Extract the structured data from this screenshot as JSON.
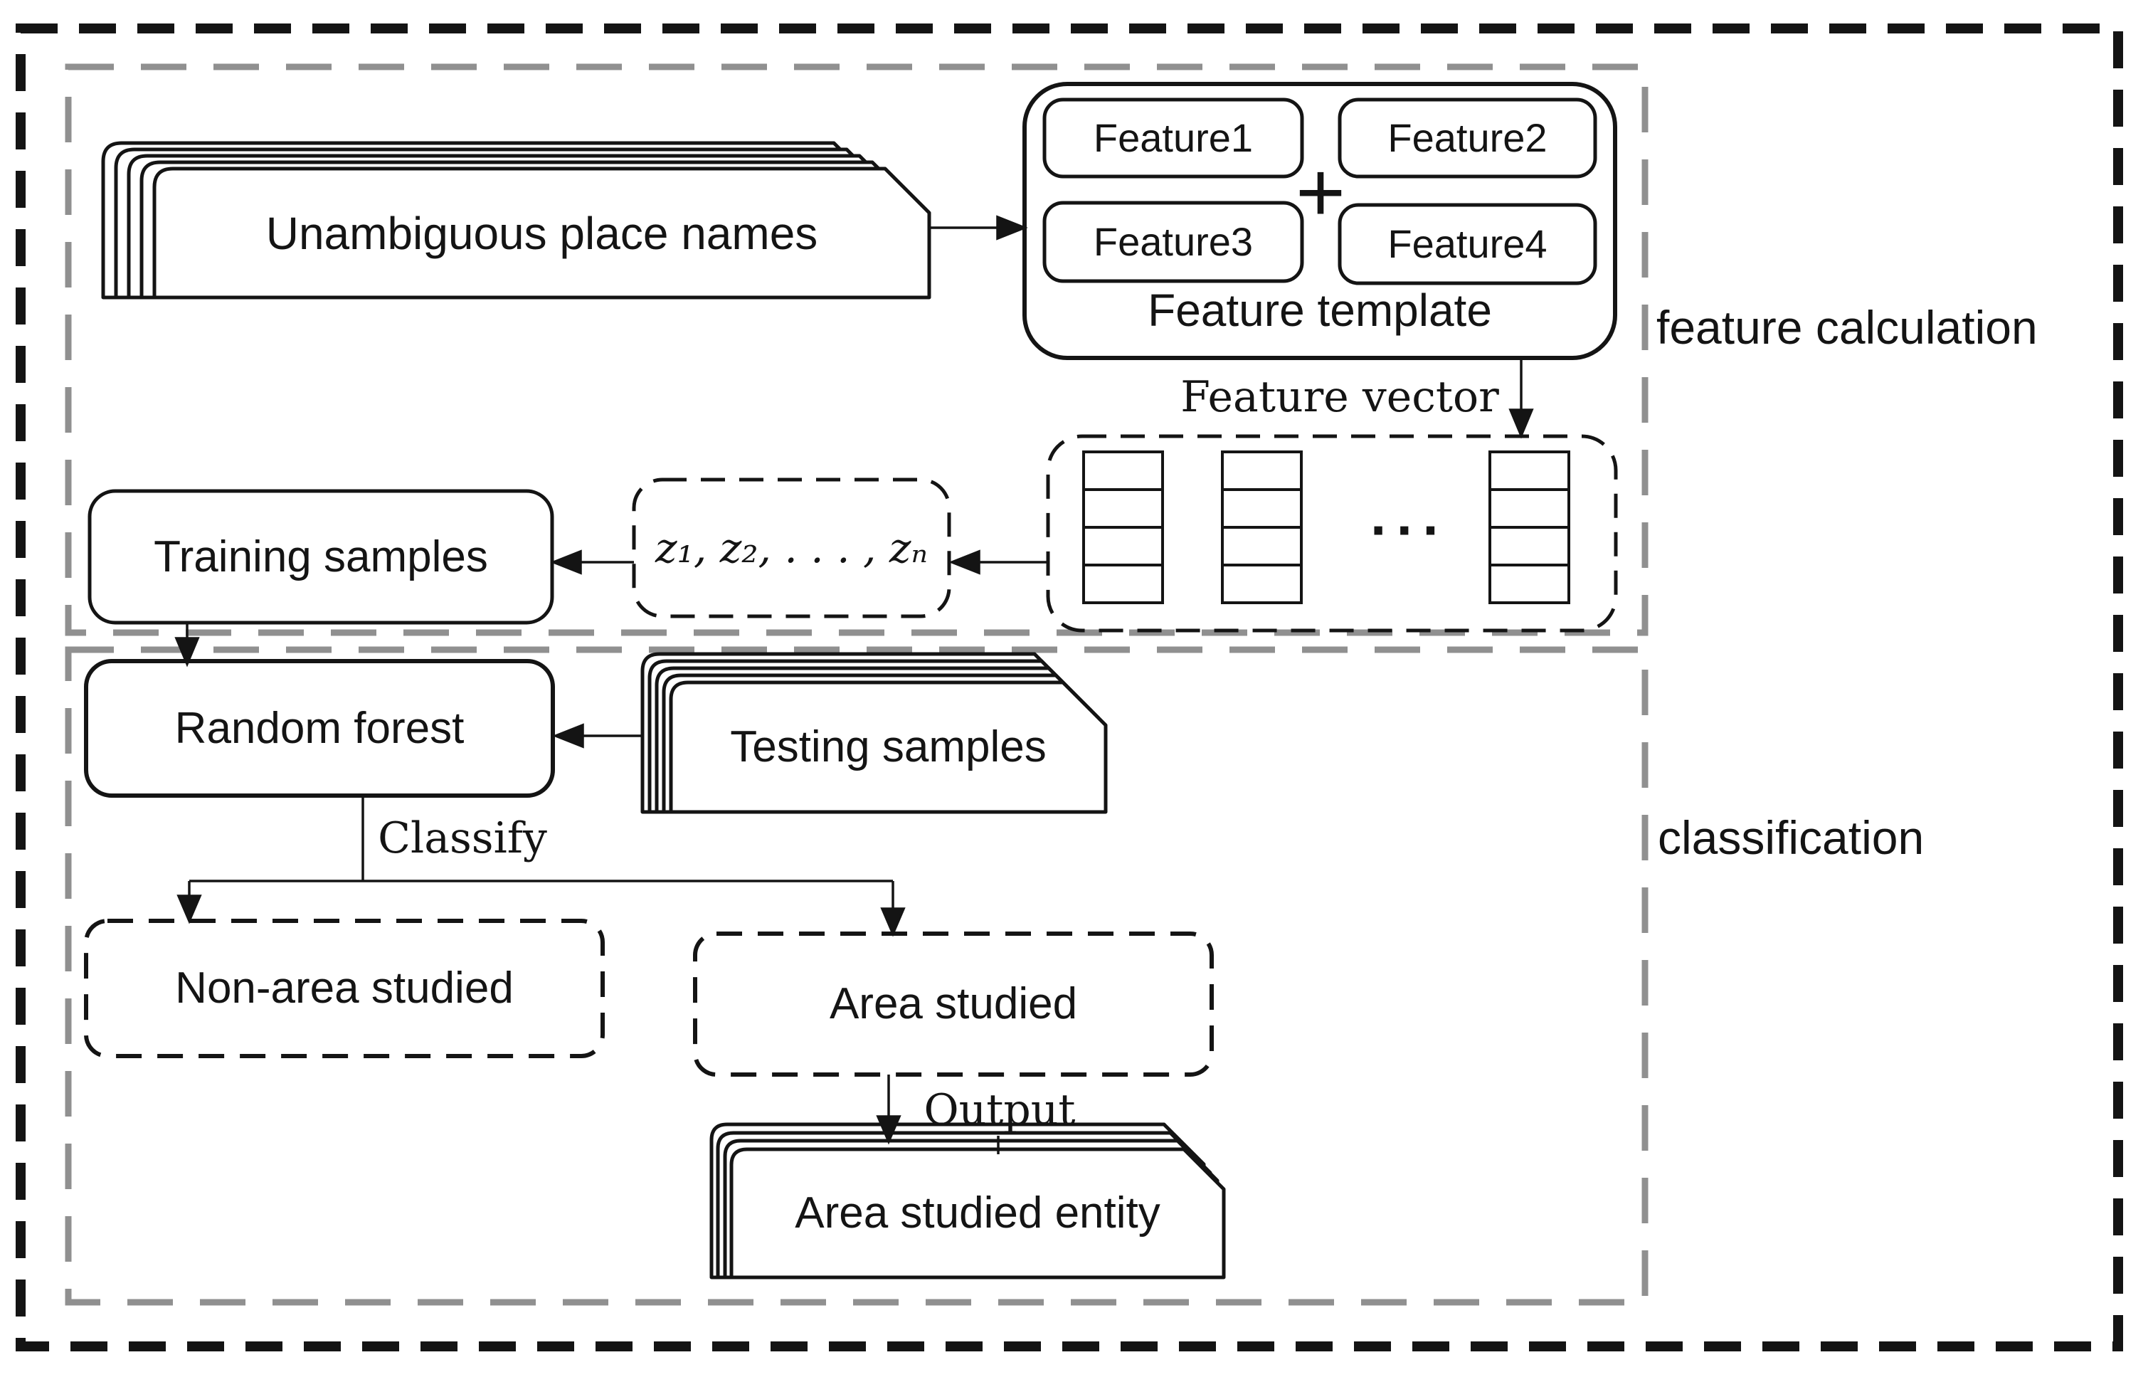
{
  "diagram": {
    "sections": {
      "feature_calculation": {
        "label": "feature calculation"
      },
      "classification": {
        "label": "classification"
      }
    },
    "nodes": {
      "unambiguous_place_names": {
        "label": "Unambiguous place names"
      },
      "feature_template": {
        "label": "Feature template",
        "plus": "+",
        "features": [
          "Feature1",
          "Feature2",
          "Feature3",
          "Feature4"
        ]
      },
      "feature_vector": {
        "label": "Feature vector",
        "ellipsis": "···"
      },
      "z_sequence": {
        "label": "z₁, z₂, . . . , zₙ"
      },
      "training_samples": {
        "label": "Training samples"
      },
      "random_forest": {
        "label": "Random forest"
      },
      "testing_samples": {
        "label": "Testing samples"
      },
      "non_area_studied": {
        "label": "Non-area studied"
      },
      "area_studied": {
        "label": "Area studied"
      },
      "area_studied_entity": {
        "label": "Area studied entity"
      }
    },
    "edge_labels": {
      "classify": "Classify",
      "output": "Output"
    },
    "colors": {
      "ink": "#141414",
      "section_gray": "#909090",
      "background": "#ffffff"
    }
  }
}
